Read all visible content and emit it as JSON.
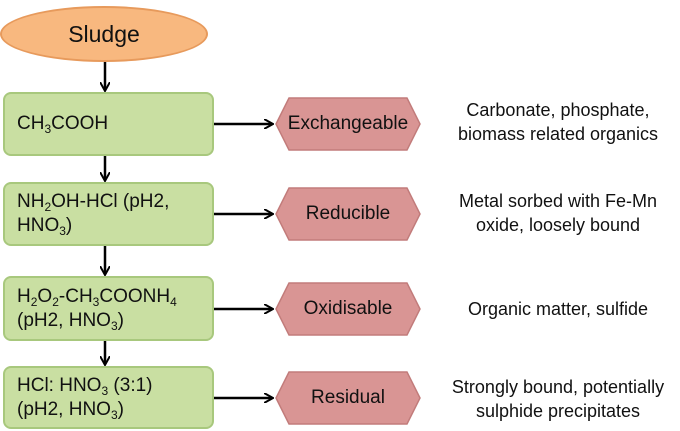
{
  "start": "Sludge",
  "steps": [
    {
      "reagent_parts": [
        [
          "CH",
          ""
        ],
        [
          "3",
          "sub"
        ],
        [
          "COOH",
          ""
        ]
      ],
      "reagent_line2": [],
      "fraction": "Exchangeable",
      "description": [
        "Carbonate, phosphate,",
        "biomass related organics"
      ]
    },
    {
      "reagent_parts": [
        [
          "NH",
          ""
        ],
        [
          "2",
          "sub"
        ],
        [
          "OH-HCl (pH2,",
          ""
        ]
      ],
      "reagent_line2": [
        [
          "HNO",
          ""
        ],
        [
          "3",
          "sub"
        ],
        [
          ")",
          ""
        ]
      ],
      "fraction": "Reducible",
      "description": [
        "Metal sorbed with Fe-Mn",
        "oxide, loosely bound"
      ]
    },
    {
      "reagent_parts": [
        [
          "H",
          ""
        ],
        [
          "2",
          "sub"
        ],
        [
          "O",
          ""
        ],
        [
          "2",
          "sub"
        ],
        [
          "-CH",
          ""
        ],
        [
          "3",
          "sub"
        ],
        [
          "COONH",
          ""
        ],
        [
          "4",
          "sub"
        ]
      ],
      "reagent_line2": [
        [
          "(pH2, HNO",
          ""
        ],
        [
          "3",
          "sub"
        ],
        [
          ")",
          ""
        ]
      ],
      "fraction": "Oxidisable",
      "description": [
        "Organic matter, sulfide"
      ]
    },
    {
      "reagent_parts": [
        [
          "HCl: HNO",
          ""
        ],
        [
          "3",
          "sub"
        ],
        [
          " (3:1)",
          ""
        ]
      ],
      "reagent_line2": [
        [
          "(pH2, HNO",
          ""
        ],
        [
          "3",
          "sub"
        ],
        [
          ")",
          ""
        ]
      ],
      "fraction": "Residual",
      "description": [
        "Strongly bound, potentially",
        "sulphide precipitates"
      ]
    }
  ],
  "colors": {
    "start_fill": "#f8b87f",
    "step_fill": "#c9dfa2",
    "fraction_fill": "#d99594",
    "arrow": "#000000"
  }
}
